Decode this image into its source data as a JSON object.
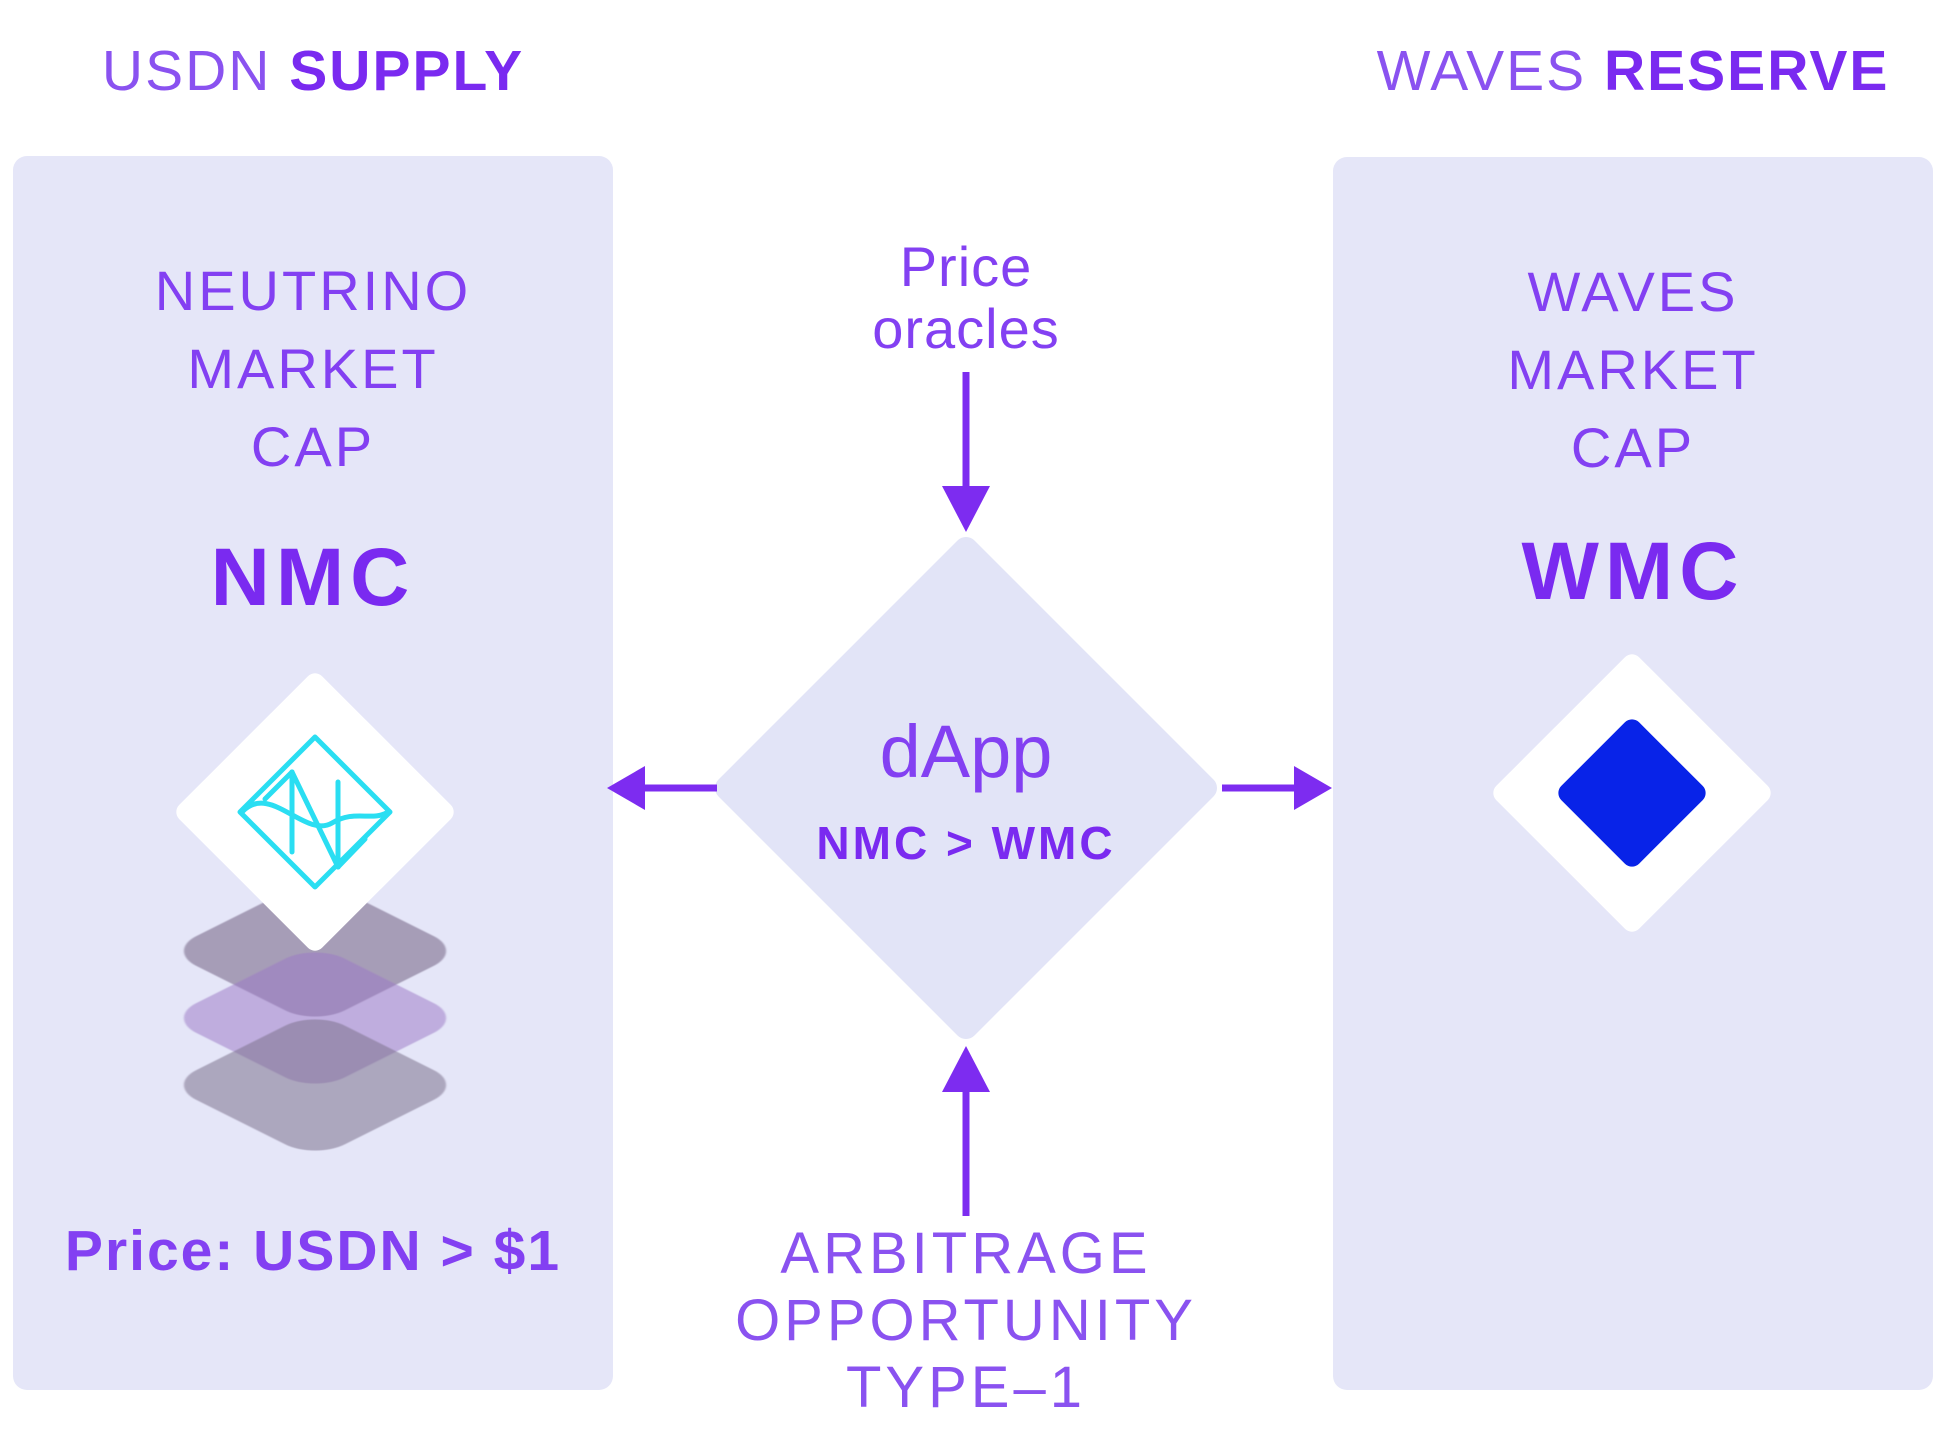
{
  "headings": {
    "left": {
      "light": "USDN",
      "bold": "SUPPLY"
    },
    "right": {
      "light": "WAVES",
      "bold": "RESERVE"
    }
  },
  "left_panel": {
    "title_lines": [
      "NEUTRINO",
      "MARKET",
      "CAP"
    ],
    "ticker": "NMC",
    "price_note": "Price: USDN > $1"
  },
  "right_panel": {
    "title_lines": [
      "WAVES",
      "MARKET",
      "CAP"
    ],
    "ticker": "WMC"
  },
  "center": {
    "oracle_lines": [
      "Price",
      "oracles"
    ],
    "dapp_label": "dApp",
    "condition": "NMC > WMC",
    "arbitrage_lines": [
      "ARBITRAGE",
      "OPPORTUNITY",
      "TYPE–1"
    ]
  },
  "icons": {
    "left_token": "neutrino-logo-icon",
    "left_stack": "token-stack-icon",
    "right_token": "waves-logo-icon",
    "flow": [
      "arrow-down-icon",
      "arrow-left-icon",
      "arrow-right-icon",
      "arrow-up-icon"
    ]
  },
  "colors": {
    "bold-purple": "#7a2af0",
    "mid-purple": "#8340f2",
    "soft-purple": "#8a52f0",
    "arrow-purple": "#7d2cf0",
    "panel-bg": "#e5e6f8",
    "diamond-bg": "#e2e4f7",
    "cyan": "#2adef2",
    "waves-blue": "#0823e8",
    "stack-1": "rgba(124,109,140,0.60)",
    "stack-2": "rgba(156,120,198,0.52)",
    "stack-3": "rgba(126,115,142,0.55)"
  }
}
